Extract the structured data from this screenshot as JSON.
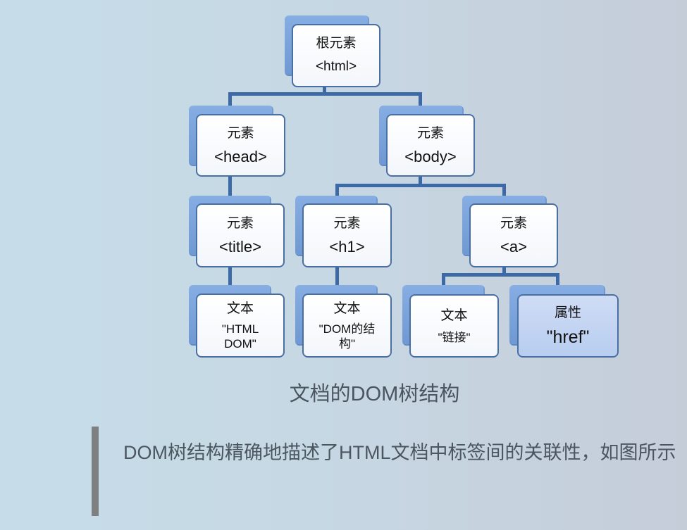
{
  "diagram": {
    "root": {
      "kind": "根元素",
      "tag": "<html>"
    },
    "head": {
      "kind": "元素",
      "tag": "<head>"
    },
    "body": {
      "kind": "元素",
      "tag": "<body>"
    },
    "title": {
      "kind": "元素",
      "tag": "<title>"
    },
    "h1": {
      "kind": "元素",
      "tag": "<h1>"
    },
    "a": {
      "kind": "元素",
      "tag": "<a>"
    },
    "title_text": {
      "kind": "文本",
      "line1": "\"HTML",
      "line2": "DOM\""
    },
    "h1_text": {
      "kind": "文本",
      "line1": "\"DOM的结",
      "line2": "构\""
    },
    "a_text": {
      "kind": "文本",
      "value": "\"链接\""
    },
    "a_attr": {
      "kind": "属性",
      "value": "\"href\""
    }
  },
  "caption": "文档的DOM树结构",
  "quote": "DOM树结构精确地描述了HTML文档中标签间的关联性，如图所示",
  "colors": {
    "connector": "#3d6aa6",
    "node_border": "#4a6fa3",
    "node_back": "#7aa3dc",
    "attr_fill": "#c4d5f3",
    "quote_bar": "#7d7f80"
  }
}
